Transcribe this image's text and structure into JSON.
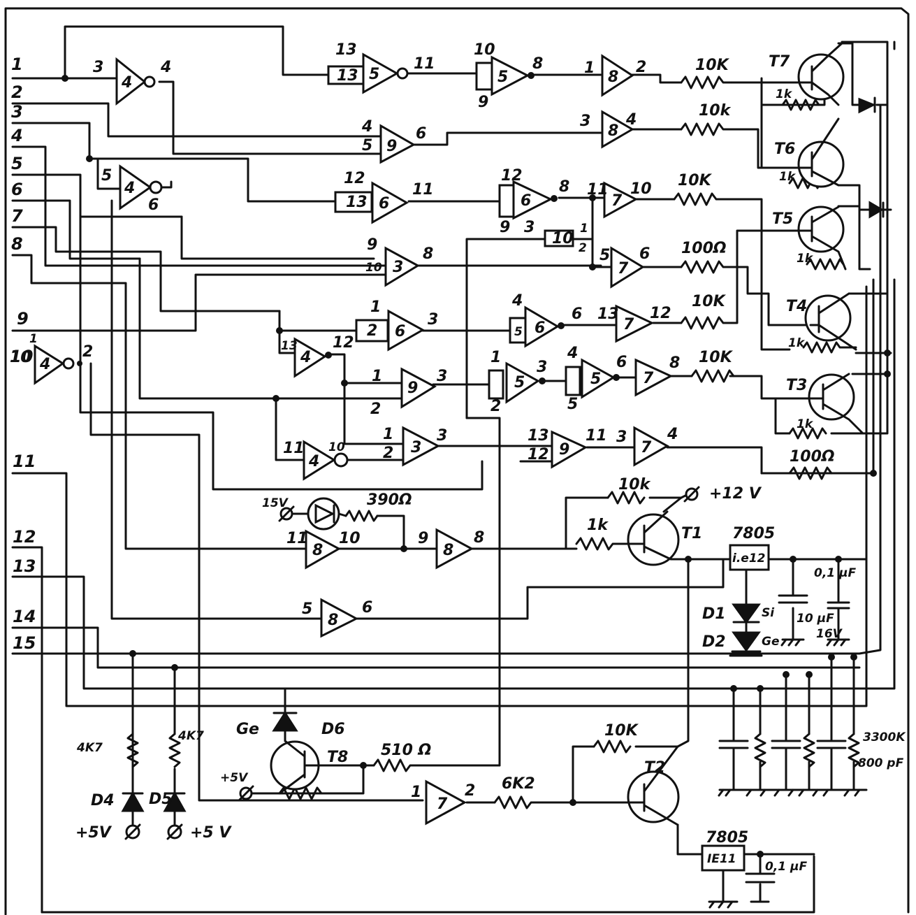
{
  "connector_pins": [
    "1",
    "2",
    "3",
    "4",
    "5",
    "6",
    "7",
    "8",
    "9",
    "10",
    "11",
    "12",
    "13",
    "14",
    "15"
  ],
  "gate_units": {
    "g_top_inv": {
      "unit": "4",
      "in": "3",
      "out": "4"
    },
    "g_13_top": {
      "unit": "13",
      "pin": "13"
    },
    "g_5_top": {
      "unit": "5",
      "out": "11"
    },
    "g_5b": {
      "unit": "5",
      "in": "10",
      "in2": "9",
      "out": "8"
    },
    "g_8a": {
      "unit": "8",
      "in": "1",
      "out": "2"
    },
    "g_9a": {
      "unit": "9",
      "in1": "4",
      "in2": "5",
      "out": "6"
    },
    "g_8b": {
      "unit": "8",
      "in": "3",
      "out": "4"
    },
    "g_inv2": {
      "unit": "4",
      "in": "5",
      "out": "6"
    },
    "g_13b": {
      "unit": "13",
      "pin": "12"
    },
    "g_6a": {
      "unit": "6",
      "out": "11"
    },
    "g_6b": {
      "unit": "6",
      "in": "12",
      "in2": "9",
      "out": "8"
    },
    "g_7a": {
      "unit": "7",
      "in": "11",
      "out": "10"
    },
    "g_10": {
      "unit": "10",
      "in": "3",
      "p1": "1",
      "p2": "2"
    },
    "g_3a": {
      "unit": "3",
      "in1": "9",
      "in2": "10",
      "out": "8"
    },
    "g_7b": {
      "unit": "7",
      "in": "5",
      "out": "6"
    },
    "g_2": {
      "unit": "2",
      "in": "1"
    },
    "g_6c": {
      "unit": "6",
      "out": "3"
    },
    "g_6d": {
      "unit": "6",
      "in": "4",
      "b": "5",
      "out": "6"
    },
    "g_7c": {
      "unit": "7",
      "in": "13",
      "out": "12"
    },
    "g_inv3": {
      "unit": "4",
      "in": "13",
      "out": "12"
    },
    "g_inv10": {
      "unit": "4",
      "in": "10",
      "pin1": "1",
      "out": "2"
    },
    "g_9b": {
      "unit": "9",
      "in1": "1",
      "in2": "2",
      "out": "3"
    },
    "g_5c": {
      "unit": "5",
      "in": "1",
      "in2": "2",
      "out": "3"
    },
    "g_5d": {
      "unit": "5",
      "in": "4",
      "in2": "5",
      "out": "6"
    },
    "g_7d": {
      "unit": "7",
      "out": "8"
    },
    "g_inv4": {
      "unit": "4",
      "in": "11",
      "out": "10"
    },
    "g_3b": {
      "unit": "3",
      "in1": "1",
      "in2": "2",
      "out": "3"
    },
    "g_9c": {
      "unit": "9",
      "in1": "13",
      "in2": "12",
      "out": "11"
    },
    "g_7e": {
      "unit": "7",
      "in": "3",
      "out": "4"
    },
    "g_8c": {
      "unit": "8",
      "in": "11",
      "out": "10"
    },
    "g_8d": {
      "unit": "8",
      "in": "9",
      "out": "8"
    },
    "g_8e": {
      "unit": "8",
      "in": "5",
      "out": "6"
    },
    "g_7f": {
      "unit": "7",
      "in": "1",
      "out": "2"
    }
  },
  "resistors": {
    "r1": "10K",
    "r2": "1k",
    "r3": "10k",
    "r4": "1k",
    "r5": "10K",
    "r6": "1k",
    "r7": "100Ω",
    "r8": "10K",
    "r9": "1k",
    "r10": "10K",
    "r11": "1k",
    "r12": "100Ω",
    "r13": "10k",
    "r14": "1k",
    "r15": "390Ω",
    "r16": "510 Ω",
    "r17": "10K",
    "r18": "6K2",
    "r19": "4K7",
    "r20": "4K7",
    "r21": "3300K",
    "r22": "800 pF"
  },
  "transistors": [
    "T7",
    "T6",
    "T5",
    "T4",
    "T3",
    "T1",
    "T2",
    "T8"
  ],
  "regulators": [
    {
      "name": "7805",
      "body": "i.e12"
    },
    {
      "name": "7805",
      "body": "IE11"
    }
  ],
  "labels": {
    "v12": "+12 V",
    "v15": "15V",
    "v5a": "+5V",
    "v5b": "+5V",
    "v5c": "+5 V",
    "d1": "D1",
    "d1t": "Si",
    "d2": "D2",
    "d2t": "Ge",
    "d4": "D4",
    "d5": "D5",
    "d6": "D6",
    "ge": "Ge",
    "c1": "0,1 µF",
    "c2": "10 µF",
    "c2b": "16V",
    "c3": "0,1 µF"
  }
}
